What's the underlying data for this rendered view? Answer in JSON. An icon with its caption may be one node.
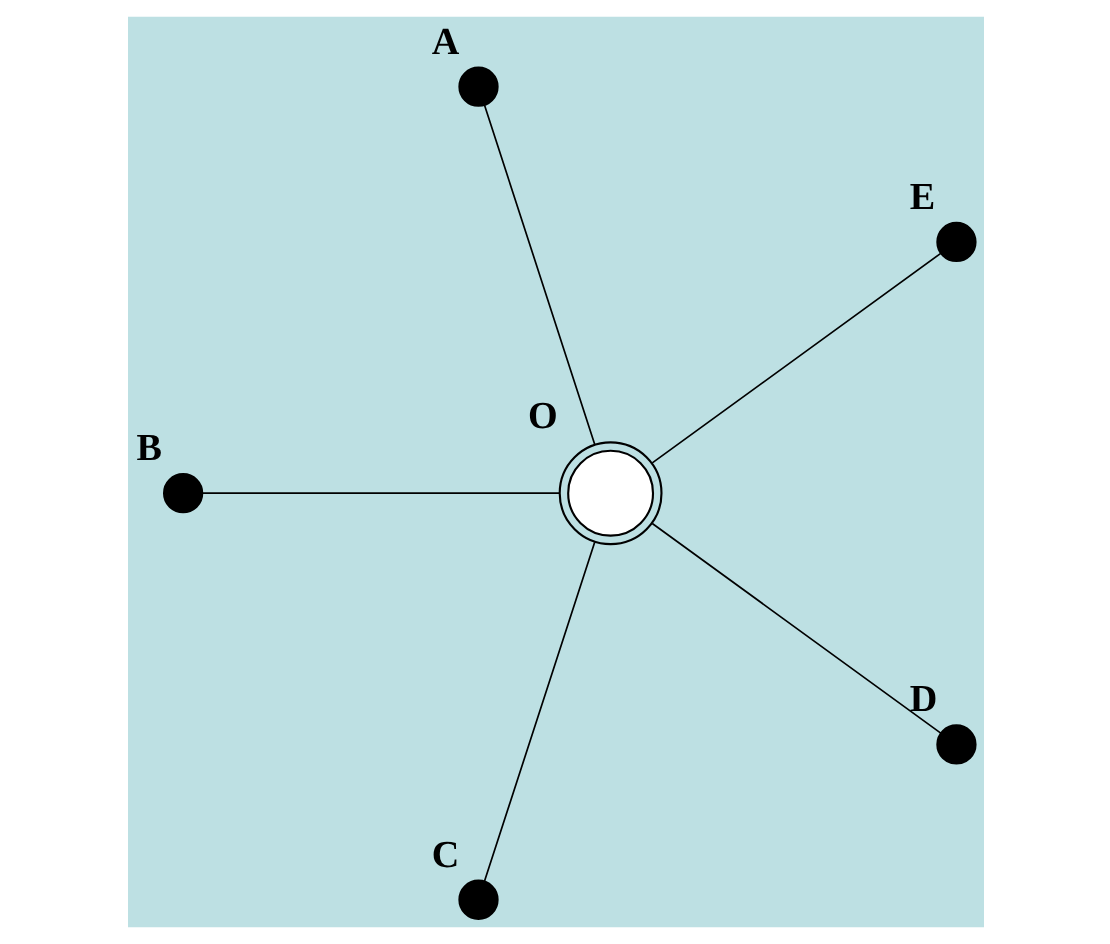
{
  "diagram": {
    "nodes": [
      {
        "text": [
          "A"
        ]
      },
      {
        "text": [
          "E"
        ]
      },
      {
        "text": [
          "O"
        ]
      },
      {
        "text": [
          "B"
        ]
      },
      {
        "text": [
          "D"
        ]
      },
      {
        "text": [
          "C"
        ]
      }
    ],
    "edges": [
      {
        "from": 2,
        "to": 0,
        "arrow": "none"
      },
      {
        "from": 2,
        "to": 1,
        "arrow": "none"
      },
      {
        "from": 2,
        "to": 3,
        "arrow": "none"
      },
      {
        "from": 2,
        "to": 4,
        "arrow": "none"
      },
      {
        "from": 2,
        "to": 5,
        "arrow": "none"
      }
    ]
  }
}
